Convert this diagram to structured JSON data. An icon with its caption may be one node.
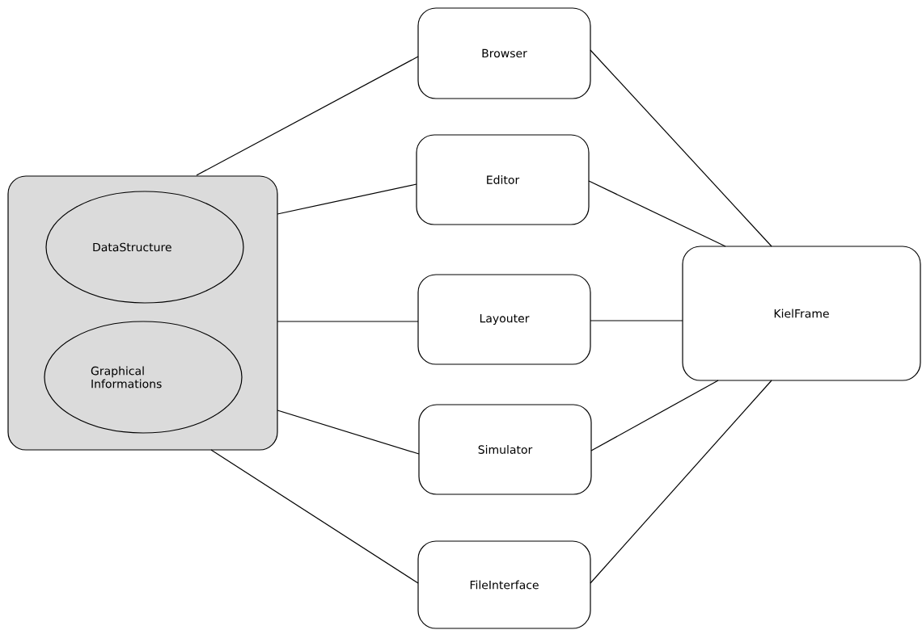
{
  "diagram": {
    "nodes": [
      {
        "text": [],
        "shape": "box"
      },
      {
        "text": [
          "DataStructure"
        ],
        "in": 0
      },
      {
        "text": [
          "Graphical Informations"
        ],
        "in": 0
      },
      {
        "text": [
          "Browser"
        ]
      },
      {
        "text": [
          "Editor"
        ]
      },
      {
        "text": [
          "Layouter"
        ]
      },
      {
        "text": [
          "Simulator"
        ]
      },
      {
        "text": [
          "FileInterface"
        ]
      },
      {
        "text": [
          "KielFrame"
        ]
      }
    ],
    "edges": [
      {
        "from": 0,
        "to": 3,
        "arrow": "none"
      },
      {
        "from": 0,
        "to": 4,
        "arrow": "none"
      },
      {
        "from": 0,
        "to": 5,
        "arrow": "none"
      },
      {
        "from": 0,
        "to": 6,
        "arrow": "none"
      },
      {
        "from": 0,
        "to": 7,
        "arrow": "none"
      },
      {
        "from": 3,
        "to": 8,
        "arrow": "none"
      },
      {
        "from": 4,
        "to": 8,
        "arrow": "none"
      },
      {
        "from": 5,
        "to": 8,
        "arrow": "none"
      },
      {
        "from": 6,
        "to": 8,
        "arrow": "none"
      },
      {
        "from": 7,
        "to": 8,
        "arrow": "none"
      }
    ]
  }
}
